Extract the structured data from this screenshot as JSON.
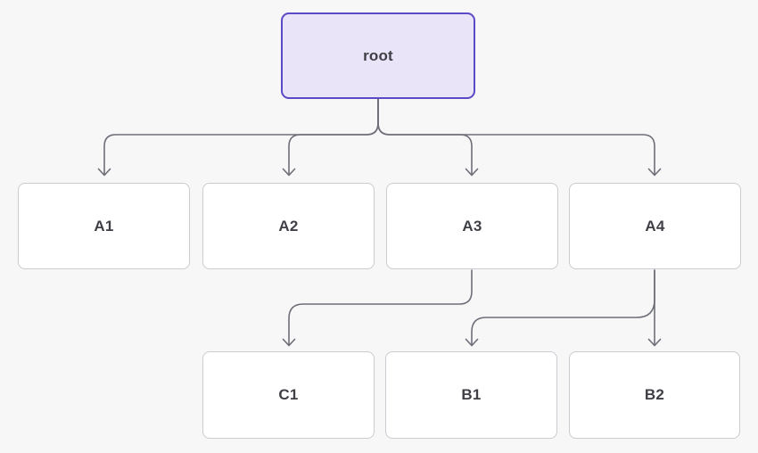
{
  "diagram": {
    "type": "tree-flowchart",
    "nodes": [
      {
        "id": "root",
        "label": "root",
        "variant": "accent"
      },
      {
        "id": "A1",
        "label": "A1",
        "variant": "default"
      },
      {
        "id": "A2",
        "label": "A2",
        "variant": "default"
      },
      {
        "id": "A3",
        "label": "A3",
        "variant": "default"
      },
      {
        "id": "A4",
        "label": "A4",
        "variant": "default"
      },
      {
        "id": "C1",
        "label": "C1",
        "variant": "default"
      },
      {
        "id": "B1",
        "label": "B1",
        "variant": "default"
      },
      {
        "id": "B2",
        "label": "B2",
        "variant": "default"
      }
    ],
    "edges": [
      {
        "from": "root",
        "to": "A1"
      },
      {
        "from": "root",
        "to": "A2"
      },
      {
        "from": "root",
        "to": "A3"
      },
      {
        "from": "root",
        "to": "A4"
      },
      {
        "from": "A3",
        "to": "C1"
      },
      {
        "from": "A4",
        "to": "B1"
      },
      {
        "from": "A4",
        "to": "B2"
      }
    ],
    "colors": {
      "background": "#f7f7f8",
      "accent_node_fill": "#e9e4f7",
      "accent_node_border": "#5b4ac5",
      "node_fill": "#ffffff",
      "node_border": "#cbcbd1",
      "node_text": "#3f3f46",
      "edge_stroke": "#6e6e78"
    }
  }
}
